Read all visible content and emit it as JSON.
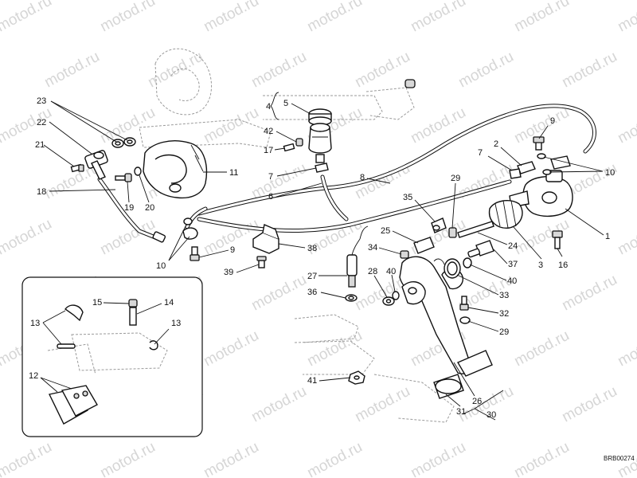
{
  "diagram": {
    "watermark": "motod.ru",
    "code": "BRB00274",
    "labels": {
      "p1": "1",
      "p3": "3",
      "p4": "4",
      "p5": "5",
      "p6": "6",
      "p7a": "7",
      "p7b": "7",
      "p8": "8",
      "p9a": "9",
      "p9b": "9",
      "p10a": "10",
      "p10b": "10",
      "p11": "11",
      "p12": "12",
      "p13a": "13",
      "p13b": "13",
      "p14": "14",
      "p15": "15",
      "p16": "16",
      "p17": "17",
      "p18": "18",
      "p19": "19",
      "p20": "20",
      "p21": "21",
      "p22": "22",
      "p23": "23",
      "p24": "24",
      "p25": "25",
      "p26": "26",
      "p27": "27",
      "p28": "28",
      "p29a": "29",
      "p29b": "29",
      "p30": "30",
      "p31": "31",
      "p32": "32",
      "p33": "33",
      "p34": "34",
      "p35": "35",
      "p36": "36",
      "p37": "37",
      "p38": "38",
      "p39": "39",
      "p40a": "40",
      "p40b": "40",
      "p41": "41",
      "p42": "42",
      "p2": "2"
    }
  }
}
